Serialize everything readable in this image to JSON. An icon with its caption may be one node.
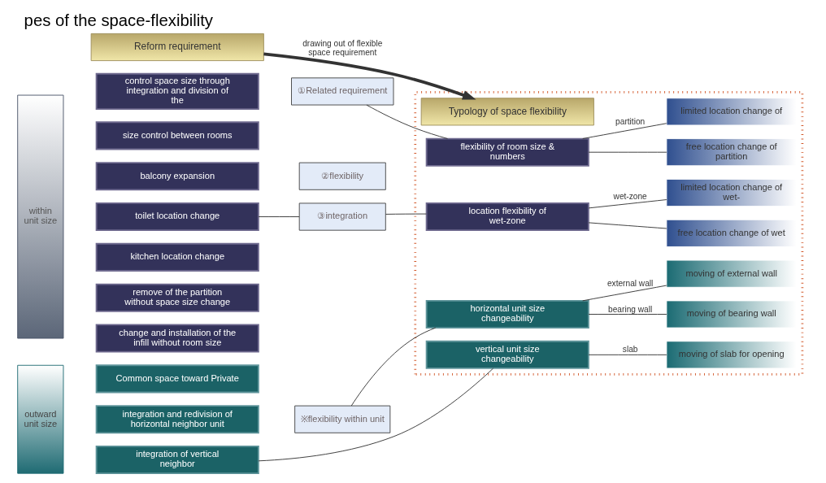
{
  "diagram": {
    "title": "pes of the space-flexibility",
    "nodes": [
      {
        "text": [
          "Reform requirement"
        ]
      },
      {
        "text": [],
        "shape": "box"
      },
      {
        "text": [
          "Typology of space flexibility"
        ],
        "in": 1
      },
      {
        "text": [
          "within unit size"
        ]
      },
      {
        "text": [
          "control space size through integration and division of the"
        ]
      },
      {
        "text": [
          "size control between rooms"
        ]
      },
      {
        "text": [
          "balcony expansion"
        ]
      },
      {
        "text": [
          "toilet location change"
        ]
      },
      {
        "text": [
          "kitchen location change"
        ]
      },
      {
        "text": [
          "remove of the partition without space size change"
        ]
      },
      {
        "text": [
          "change and installation of the infill without room size"
        ]
      },
      {
        "text": [
          "outward unit size"
        ]
      },
      {
        "text": [
          "Common space toward Private"
        ]
      },
      {
        "text": [
          "integration and redivision of horizontal neighbor unit"
        ]
      },
      {
        "text": [
          "integration of vertical neighbor"
        ]
      },
      {
        "text": [
          "①Related requirement"
        ]
      },
      {
        "text": [
          "②flexibility"
        ]
      },
      {
        "text": [
          "③integration"
        ]
      },
      {
        "text": [
          "※flexibility within unit"
        ]
      },
      {
        "text": [
          "flexibility of room size & numbers"
        ],
        "in": 1
      },
      {
        "text": [
          "location flexibility of wet-zone"
        ],
        "in": 1
      },
      {
        "text": [
          "horizontal unit size changeability"
        ],
        "in": 1
      },
      {
        "text": [
          "vertical unit size changeability"
        ],
        "in": 1
      },
      {
        "text": [
          "limited location change of"
        ],
        "in": 1
      },
      {
        "text": [
          "free location change of partition"
        ],
        "in": 1
      },
      {
        "text": [
          "limited location change of wet-"
        ],
        "in": 1
      },
      {
        "text": [
          "free location change of wet"
        ],
        "in": 1
      },
      {
        "text": [
          "moving of external wall"
        ],
        "in": 1
      },
      {
        "text": [
          "moving of bearing wall"
        ],
        "in": 1
      },
      {
        "text": [
          "moving of slab for opening"
        ],
        "in": 1
      }
    ],
    "edges": [
      {
        "from": 0,
        "to": 2,
        "arrow": "to",
        "label": "drawing out of flexible space requirement",
        "style": "thick"
      },
      {
        "from": 7,
        "to": 17,
        "arrow": "none"
      },
      {
        "from": 15,
        "to": 19,
        "arrow": "none"
      },
      {
        "from": 17,
        "to": 20,
        "arrow": "none"
      },
      {
        "from": 18,
        "to": 21,
        "arrow": "none"
      },
      {
        "from": 14,
        "to": 22,
        "arrow": "none"
      },
      {
        "from": 19,
        "to": 23,
        "arrow": "none",
        "label": "partition"
      },
      {
        "from": 19,
        "to": 24,
        "arrow": "none"
      },
      {
        "from": 20,
        "to": 25,
        "arrow": "none",
        "label": "wet-zone"
      },
      {
        "from": 20,
        "to": 26,
        "arrow": "none"
      },
      {
        "from": 21,
        "to": 27,
        "arrow": "none",
        "label": "external wall"
      },
      {
        "from": 21,
        "to": 28,
        "arrow": "none",
        "label": "bearing wall"
      },
      {
        "from": 22,
        "to": 29,
        "arrow": "none",
        "label": "slab"
      }
    ]
  }
}
